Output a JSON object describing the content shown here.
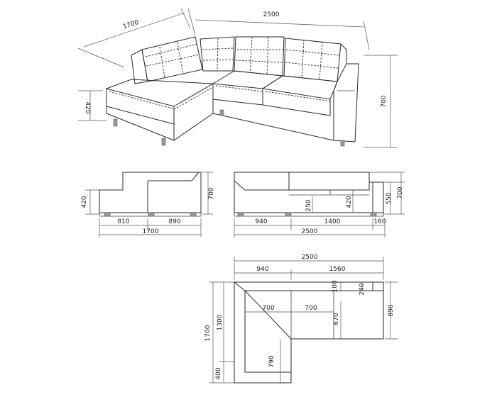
{
  "iso_view": {
    "width": "2500",
    "depth": "1700",
    "seat_height": "420",
    "height": "700"
  },
  "side_left_view": {
    "seat_height": "420",
    "height": "700",
    "chaise_part": "810",
    "back_part": "890",
    "total": "1700"
  },
  "front_view": {
    "cushion_height": "250",
    "seat_height": "420",
    "arm_height": "550",
    "height": "700",
    "chaise": "940",
    "seat_section": "1400",
    "arm": "160",
    "total": "2500"
  },
  "top_view": {
    "total_width": "2500",
    "chaise_width": "940",
    "back_width": "1560",
    "back_depth": "100",
    "arm_depth": "240",
    "cushion_1": "700",
    "cushion_2": "700",
    "seat_depth": "670",
    "section_depth": "890",
    "total_depth": "1700",
    "upper_depth": "1300",
    "chaise_depth": "790",
    "chaise_end": "400"
  }
}
